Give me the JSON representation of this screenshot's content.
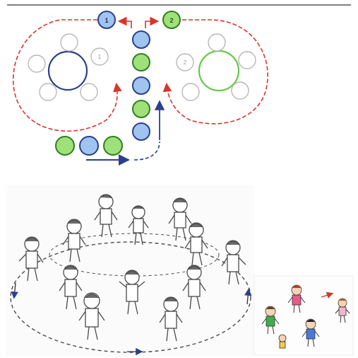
{
  "colors": {
    "blue": "#3a5db8",
    "blue_fill": "#9fc4ef",
    "green": "#3f9e2b",
    "green_fill": "#9fe07a",
    "red_arrow": "#d9342b",
    "circle_gray": "#b8b8b8",
    "sketch": "#5a5a5a"
  },
  "diagram": {
    "team_markers": {
      "left": "1",
      "right": "2"
    },
    "left_circle_number": "1",
    "right_circle_number": "2"
  },
  "icons": [
    "arrow-left-icon",
    "arrow-right-icon",
    "arrow-up-icon",
    "arrow-down-icon"
  ]
}
